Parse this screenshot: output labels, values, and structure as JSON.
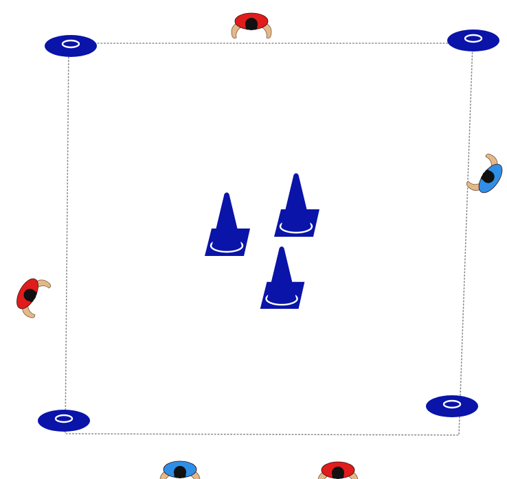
{
  "diagram": {
    "kind": "soccer-drill-setup",
    "field_boundary": {
      "line_style": "dotted",
      "line_color": "#8a8a8a"
    },
    "colors": {
      "equipment": "#0a14a8",
      "equipment_highlight": "#ffffff",
      "team_red": "#e01c1c",
      "team_blue": "#2f8fe6",
      "hair": "#111111",
      "skin": "#e3b98a"
    },
    "corner_markers": [
      {
        "id": "top-left",
        "icon": "flat-disc-marker"
      },
      {
        "id": "top-right",
        "icon": "flat-disc-marker"
      },
      {
        "id": "bottom-left",
        "icon": "flat-disc-marker"
      },
      {
        "id": "bottom-right",
        "icon": "flat-disc-marker"
      }
    ],
    "center_cones": [
      {
        "id": "left",
        "icon": "training-cone"
      },
      {
        "id": "right",
        "icon": "training-cone"
      },
      {
        "id": "bottom",
        "icon": "training-cone"
      }
    ],
    "players": [
      {
        "id": "top",
        "team": "red",
        "side": "top",
        "icon": "player-topdown"
      },
      {
        "id": "right",
        "team": "blue",
        "side": "right",
        "icon": "player-topdown"
      },
      {
        "id": "left",
        "team": "red",
        "side": "left",
        "icon": "player-topdown"
      },
      {
        "id": "bottom-left",
        "team": "blue",
        "side": "bottom",
        "icon": "player-topdown"
      },
      {
        "id": "bottom-right",
        "team": "red",
        "side": "bottom",
        "icon": "player-topdown"
      }
    ]
  }
}
